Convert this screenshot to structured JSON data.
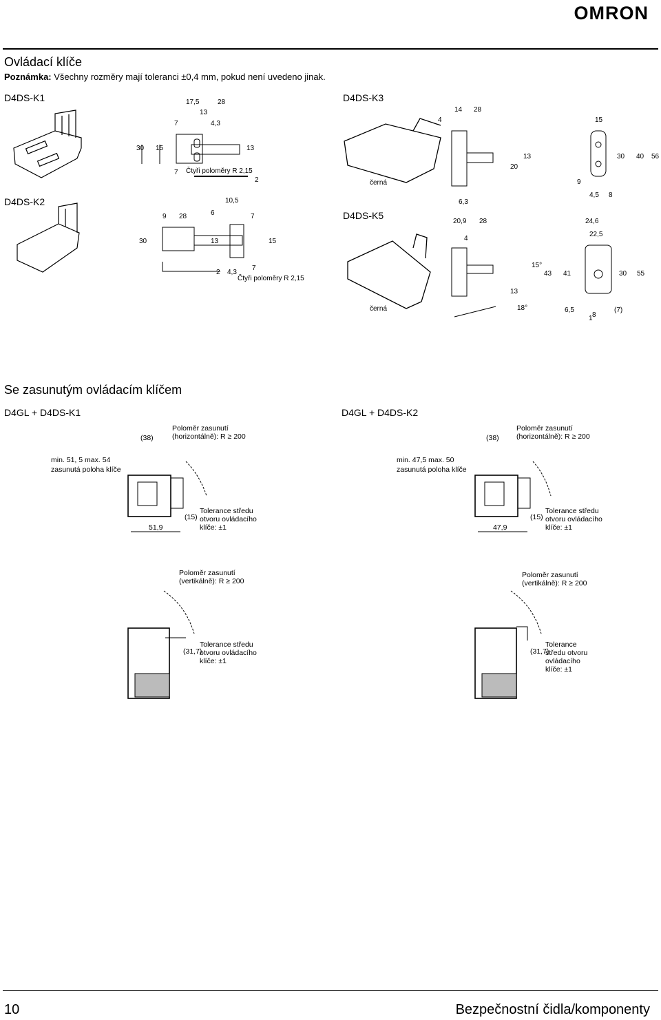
{
  "header": {
    "logo": "OMRON"
  },
  "page": {
    "title": "Ovládací klíče",
    "note_label": "Poznámka:",
    "note_text": "Všechny rozměry mají toleranci ±0,4 mm, pokud není uvedeno jinak.",
    "section_title": "Se zasunutým ovládacím klíčem"
  },
  "models": {
    "k1": "D4DS-K1",
    "k2": "D4DS-K2",
    "k3": "D4DS-K3",
    "k5": "D4DS-K5",
    "gl_k1": "D4GL + D4DS-K1",
    "gl_k2": "D4GL + D4DS-K2"
  },
  "labels": {
    "four_radii_1": "Čtyři poloměry R 2,15",
    "four_radii_2": "Čtyři poloměry R 2,15",
    "black_k3": "černá",
    "black_k5": "černá",
    "radius_horizontal_1": "Poloměr zasunutí (horizontálně): R ≥ 200",
    "radius_horizontal_2": "Poloměr zasunutí (horizontálně): R ≥ 200",
    "radius_vertical_1": "Poloměr zasunutí (vertikálně): R ≥ 200",
    "radius_vertical_2": "Poloměr zasunutí (vertikálně): R ≥ 200",
    "range_1": "min. 51, 5   max. 54",
    "range_1_sub": "zasunutá poloha klíče",
    "range_2": "min. 47,5   max. 50",
    "range_2_sub": "zasunutá poloha klíče",
    "tolerance_1": "Tolerance středu otvoru ovládacího klíče: ±1",
    "tolerance_2": "Tolerance středu otvoru ovládacího klíče: ±1",
    "tolerance_3": "Tolerance středu otvoru ovládacího klíče: ±1",
    "tolerance_4": "Tolerance středu otvoru ovládacího klíče: ±1",
    "dim_38_1": "(38)",
    "dim_38_2": "(38)",
    "dim_519": "51,9",
    "dim_479": "47,9",
    "dim_15_1": "(15)",
    "dim_15_2": "(15)",
    "dim_317_1": "(31,7)",
    "dim_317_2": "(31,7)"
  },
  "dims_k1": [
    "17,5",
    "28",
    "13",
    "7",
    "4,3",
    "30",
    "15",
    "13",
    "7",
    "2"
  ],
  "dims_k2": [
    "10,5",
    "9",
    "28",
    "6",
    "7",
    "30",
    "13",
    "15",
    "7",
    "2",
    "4,3"
  ],
  "dims_k3": [
    "14",
    "28",
    "4",
    "15",
    "13",
    "20",
    "30",
    "40",
    "56",
    "9",
    "6,3",
    "4,5",
    "8"
  ],
  "dims_k5": [
    "20,9",
    "28",
    "4",
    "24,6",
    "22,5",
    "15°",
    "43",
    "41",
    "30",
    "55",
    "13",
    "18°",
    "6,5",
    "8",
    "1",
    "(7)"
  ],
  "footer": {
    "page_number": "10",
    "section": "Bezpečnostní čidla/komponenty"
  }
}
